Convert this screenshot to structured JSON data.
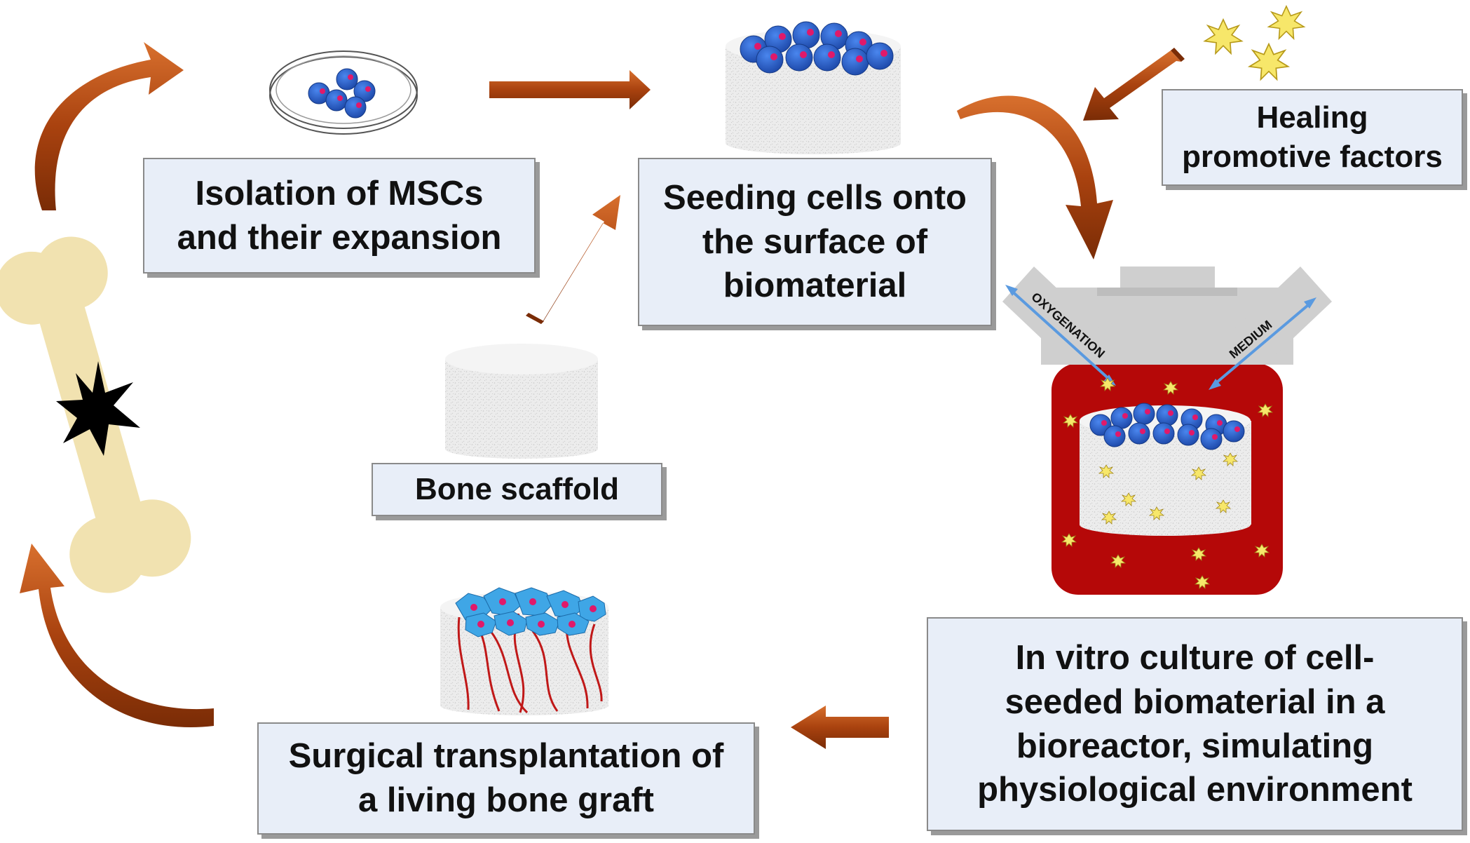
{
  "boxes": {
    "isolation": "Isolation of MSCs\nand their expansion",
    "seeding": "Seeding cells onto\nthe surface of\nbiomaterial",
    "healing": "Healing\npromotive factors",
    "scaffold": "Bone scaffold",
    "invitro": "In vitro culture of cell-\nseeded biomaterial in a\nbioreactor, simulating\nphysiological environment",
    "surgical": "Surgical transplantation of\na living bone graft"
  },
  "bioreactor": {
    "left_port_label": "OXYGENATION",
    "right_port_label": "MEDIUM"
  },
  "colors": {
    "arrow": "#b04a14",
    "box_fill": "#e8eef8",
    "cell_blue": "#2a5fc8",
    "nucleus": "#e0196a",
    "medium_red": "#b50808",
    "bone": "#f1e2b0",
    "factor_yellow": "#f7e76a",
    "vessel": "#c01818"
  }
}
